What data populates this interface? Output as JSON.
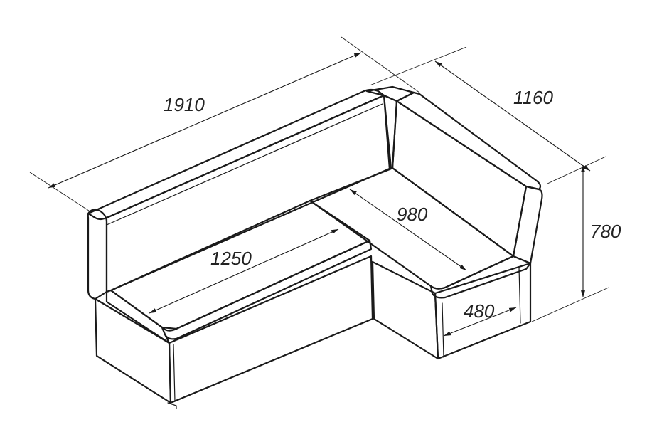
{
  "dimensions": {
    "overall_length": "1910",
    "side_length": "1160",
    "height": "780",
    "long_seat_length": "1250",
    "short_seat_length": "980",
    "seat_depth": "480"
  },
  "colors": {
    "line": "#1a1a1a",
    "background": "#ffffff"
  }
}
